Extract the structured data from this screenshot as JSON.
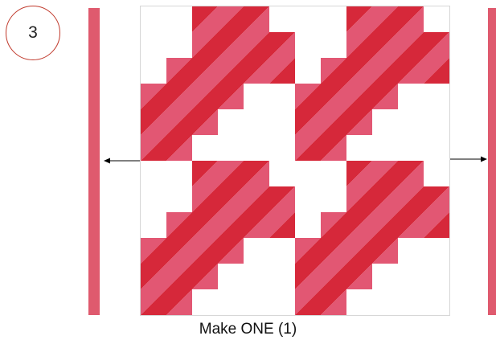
{
  "step": {
    "number": "3"
  },
  "caption": "Make ONE (1)",
  "colors": {
    "dark_red": "#d6283a",
    "pink": "#e25773",
    "strip": "#df5a6e",
    "border": "#d7d7d7",
    "circle": "#c0392b"
  },
  "icons": {
    "left_arrow": "arrow-left-icon",
    "right_arrow": "arrow-right-icon"
  },
  "block": {
    "motif_count": 4
  }
}
